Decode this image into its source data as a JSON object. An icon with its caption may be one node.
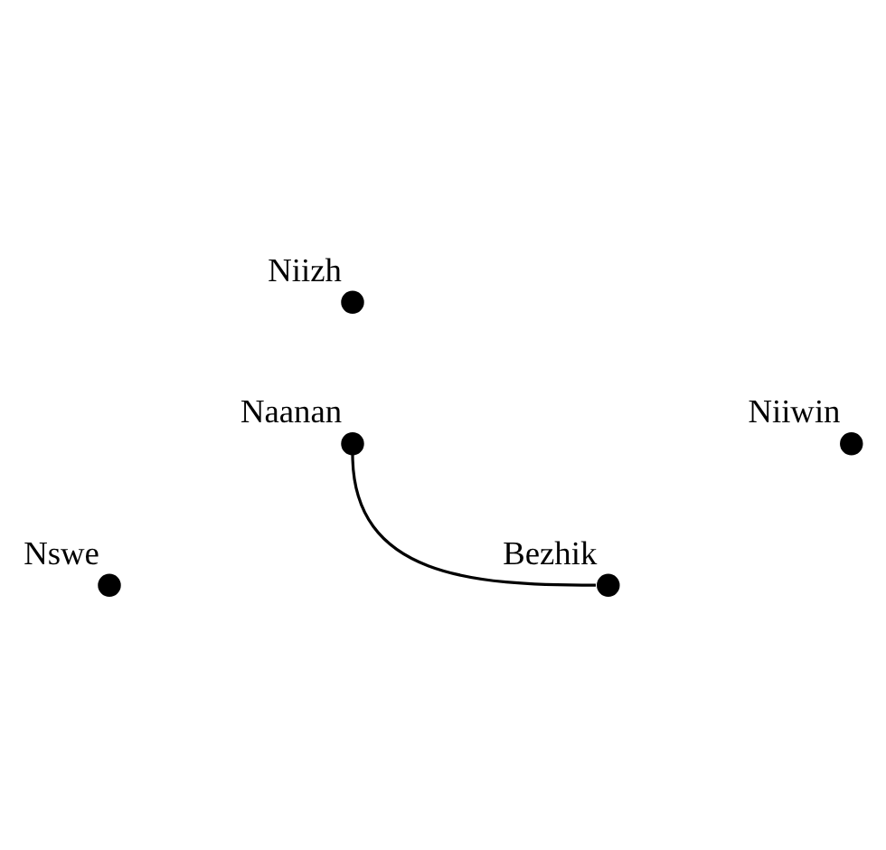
{
  "diagram": {
    "nodes": [
      {
        "text": [
          "Niizh"
        ]
      },
      {
        "text": [
          "Naanan"
        ]
      },
      {
        "text": [
          "Niiwin"
        ]
      },
      {
        "text": [
          "Nswe"
        ]
      },
      {
        "text": [
          "Bezhik"
        ]
      }
    ],
    "edges": [
      {
        "from": 1,
        "to": 4,
        "arrow": "none"
      }
    ]
  }
}
